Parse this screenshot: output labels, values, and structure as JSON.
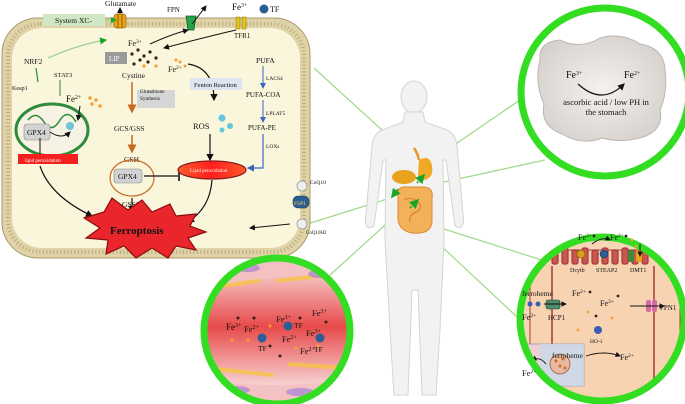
{
  "cell": {
    "glutamate": "Glutamate",
    "system_xc": "System XC-",
    "fpn": "FPN",
    "tf": "TF",
    "fe3_top": "Fe",
    "fe3_top_sup": "3+",
    "tfr1": "TFR1",
    "nrf2": "NRF2",
    "stat3": "STAT3",
    "keap1": "Keap1",
    "lip": "LIP",
    "fe3_lip": "Fe",
    "fe3_lip_sup": "3+",
    "fe2_cyto": "Fe",
    "fe2_cyto_sup": "2+",
    "cystine": "Cystine",
    "glutathione_synthesis": "Glutathione Synthesis",
    "fenton": "Fenton Reaction",
    "pufa": "PUFA",
    "lacs4": "LACS4",
    "pufa_coa": "PUFA-COA",
    "lplat5": "LPLAT5",
    "pufa_pe": "PUFA-PE",
    "loxs": "LOXs",
    "gpx4_mito": "GPX4",
    "fe2_mito": "Fe",
    "fe2_mito_sup": "2+",
    "lipid_peroxidation_mito": "lipid peroxidation",
    "gcs_gss": "GCS/GSS",
    "gsh": "GSH",
    "gpx4": "GPX4",
    "gssg": "GSSG",
    "ros": "ROS",
    "lipid_peroxidation": "Lipid peroxidation",
    "coq10": "CoQ10",
    "fsp1": "FSP1",
    "coq10h2": "CoQ10H2",
    "ferroptosis": "Ferroptosis"
  },
  "stomach": {
    "fe3": "Fe",
    "fe3_sup": "3+",
    "fe2": "Fe",
    "fe2_sup": "2+",
    "caption": "ascorbic acid / low PH in the stomach"
  },
  "blood": {
    "fe3_a": "Fe",
    "fe3_a_sup": "3+",
    "fe2_a": "Fe",
    "fe2_a_sup": "2+",
    "tf_a": "TF",
    "fe3_b": "Fe",
    "fe3_b_sup": "3+",
    "tf_b": "TF",
    "fe3_c": "Fe",
    "fe3_c_sup": "3+",
    "fe2_b": "Fe",
    "fe2_b_sup": "2+",
    "fe3_d": "Fe",
    "fe3_d_sup": "3+",
    "tf_c": "TF",
    "fe2_c": "Fe",
    "fe2_c_sup": "2+"
  },
  "intestine": {
    "fe3": "Fe",
    "fe3_sup": "3+",
    "fe2_top": "Fe",
    "fe2_top_sup": "2+",
    "dcytb": "Dcytb",
    "steap2": "STEAP2",
    "dmt1": "DMT1",
    "ferroheme_top": "ferroheme",
    "fe2_left": "Fe",
    "fe2_left_sup": "2+",
    "hcp1": "HCP1",
    "fe2_mid": "Fe",
    "fe2_mid_sup": "2+",
    "fe3_mid": "Fe",
    "fe3_mid_sup": "3+",
    "ho1": "HO-1",
    "ferroheme_bottom": "ferroheme",
    "fe2_right": "Fe",
    "fe2_right_sup": "2+",
    "fpn1": "FPN1",
    "fe2_inset": "Fe",
    "fe2_inset_sup": "2+"
  },
  "colors": {
    "cell_fill": "#faf6dc",
    "membrane": "#c9b98c",
    "green_ring": "#33dd22",
    "ferroptosis_red": "#e8262b",
    "blood_red": "#e23a3a",
    "mito_green": "#2e8b3a",
    "fe_orange": "#f5a033",
    "lipid_red": "#f41f1f"
  }
}
